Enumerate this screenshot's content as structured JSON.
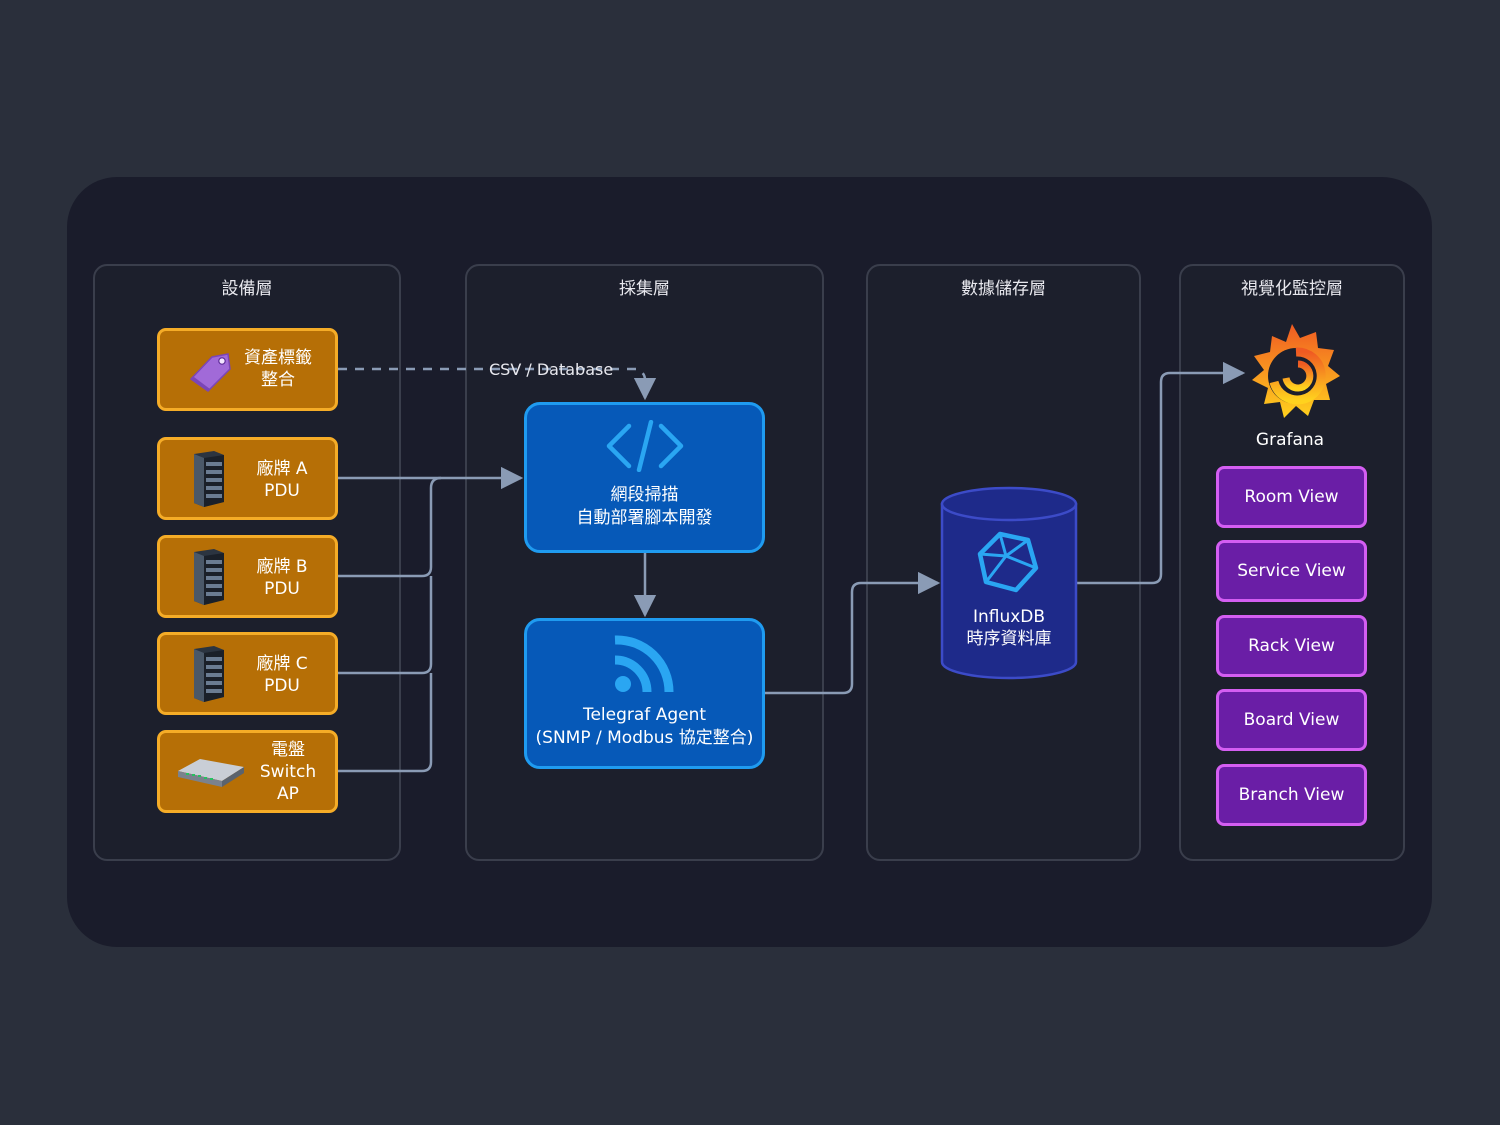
{
  "layers": {
    "device": "設備層",
    "collect": "採集層",
    "storage": "數據儲存層",
    "visual": "視覺化監控層"
  },
  "devices": [
    {
      "id": "asset",
      "label": "資產標籤\n整合",
      "icon": "tag-icon"
    },
    {
      "id": "pdu-a",
      "label": "廠牌 A\nPDU",
      "icon": "server-rack-icon"
    },
    {
      "id": "pdu-b",
      "label": "廠牌 B\nPDU",
      "icon": "server-rack-icon"
    },
    {
      "id": "pdu-c",
      "label": "廠牌 C\nPDU",
      "icon": "server-rack-icon"
    },
    {
      "id": "switch",
      "label": "電盤\nSwitch\nAP",
      "icon": "network-switch-icon"
    }
  ],
  "collect": {
    "scanner": {
      "label": "網段掃描\n自動部署腳本開發",
      "icon": "code-icon"
    },
    "telegraf": {
      "label": "Telegraf Agent\n(SNMP / Modbus 協定整合)",
      "icon": "rss-icon"
    }
  },
  "storage": {
    "influx": {
      "label": "InfluxDB\n時序資料庫",
      "icon": "influxdb-icon"
    }
  },
  "visual": {
    "grafana": {
      "label": "Grafana",
      "icon": "grafana-icon"
    },
    "views": [
      "Room View",
      "Service View",
      "Rack View",
      "Board View",
      "Branch View"
    ]
  },
  "edges": {
    "csv_label": "CSV / Database"
  },
  "colors": {
    "background": "#2a2f3b",
    "canvas": "#1a1c2b",
    "device_fill": "#b66f06",
    "device_border": "#f5ac27",
    "collect_fill": "#0659b8",
    "collect_border": "#1f9bf0",
    "storage_fill": "#1e2a8a",
    "view_fill": "#6a1ea6",
    "view_border": "#d45ef2",
    "edge": "#8a9bb5"
  }
}
